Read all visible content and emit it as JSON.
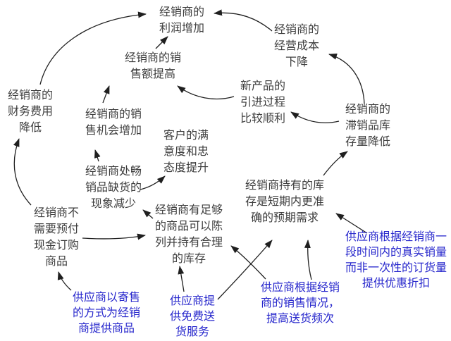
{
  "diagram": {
    "background": "#ffffff",
    "text_color": "#3d3d3d",
    "supplier_text_color": "#2626cc",
    "arrow_color": "#1f1f1f"
  },
  "nodes": {
    "profit": {
      "lines": [
        "经销商的",
        "利润增加"
      ]
    },
    "sales_amount": {
      "lines": [
        "经销商的销",
        "售额提高"
      ]
    },
    "operating_cost": {
      "lines": [
        "经销商的",
        "经营成本",
        "下降"
      ]
    },
    "finance_cost": {
      "lines": [
        "经销商的",
        "财务费用",
        "降低"
      ]
    },
    "new_product": {
      "lines": [
        "新产品的",
        "引进过程",
        "比较顺利"
      ]
    },
    "sales_opportunity": {
      "lines": [
        "经销商的销",
        "售机会增加"
      ]
    },
    "unsold_inventory": {
      "lines": [
        "经销商的",
        "滞销品库",
        "存量降低"
      ]
    },
    "customer_loyalty": {
      "lines": [
        "客户的满",
        "意度和忠",
        "态度提升"
      ]
    },
    "stockout_reduced": {
      "lines": [
        "经销商处畅",
        "销品缺货的",
        "现象减少"
      ]
    },
    "accurate_inventory": {
      "lines": [
        "经销商持有的库",
        "存是短期内更准",
        "确的预期需求"
      ]
    },
    "no_prepay": {
      "lines": [
        "经销商不",
        "需要预付",
        "现金订购",
        "商品"
      ]
    },
    "enough_goods": {
      "lines": [
        "经销商有足够",
        "的商品可以陈",
        "列并持有合理",
        "的库存"
      ]
    },
    "consignment": {
      "lines": [
        "供应商以寄售",
        "的方式为经销",
        "商提供商品"
      ]
    },
    "free_delivery": {
      "lines": [
        "供应商提",
        "供免费送",
        "货服务"
      ]
    },
    "delivery_frequency": {
      "lines": [
        "供应商根据经销",
        "商的销售情况，",
        "提高送货频次"
      ]
    },
    "volume_discount": {
      "lines": [
        "供应商根据经销商一",
        "段时间内的真实销量",
        "而非一次性的订货量",
        "提供优惠折扣"
      ]
    }
  }
}
